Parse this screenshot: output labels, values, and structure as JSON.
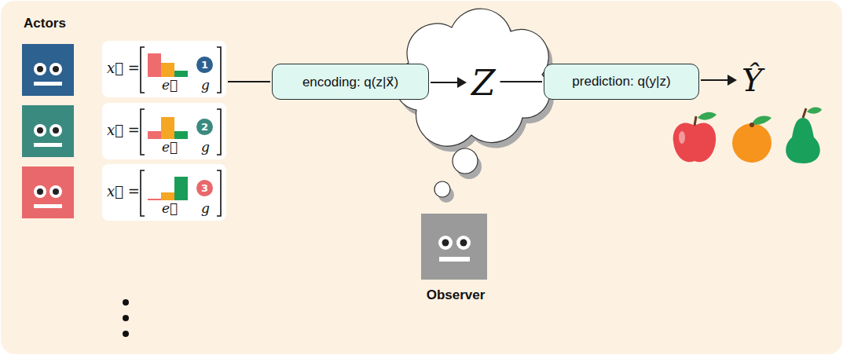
{
  "diagram": {
    "nodes": [
      {
        "text": [
          "x⃗ =",
          "e⃗",
          "g"
        ]
      },
      {
        "text": [
          "x⃗ =",
          "e⃗",
          "g"
        ]
      },
      {
        "text": [
          "x⃗ =",
          "e⃗",
          "g"
        ]
      },
      {
        "text": [
          "encoding: q(z|x⃗)"
        ]
      },
      {
        "text": [
          "Z"
        ]
      },
      {
        "text": [
          "prediction: q(y|z)"
        ]
      },
      {
        "text": [
          "Ŷ"
        ]
      }
    ],
    "edges": [
      {
        "from": 0,
        "to": 3,
        "arrow": "none"
      },
      {
        "from": 3,
        "to": 4,
        "arrow": "to"
      },
      {
        "from": 4,
        "to": 5,
        "arrow": "none"
      },
      {
        "from": 5,
        "to": 6,
        "arrow": "to"
      }
    ],
    "labels": [
      "Actors",
      "1",
      "2",
      "3",
      "Observer"
    ]
  }
}
